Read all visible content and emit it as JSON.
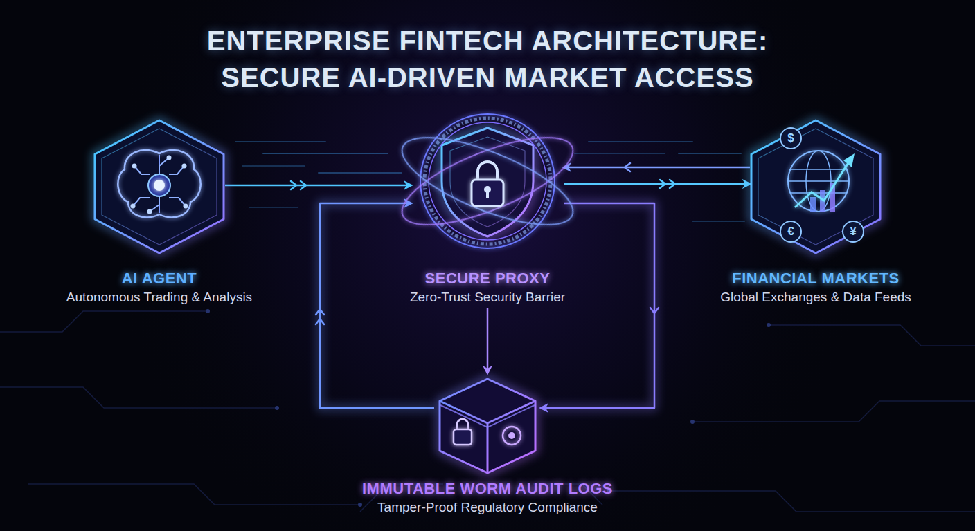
{
  "diagram": {
    "title": "ENTERPRISE FINTECH ARCHITECTURE: SECURE AI-DRIVEN MARKET ACCESS",
    "nodes": [
      {
        "text": [
          "AI AGENT",
          "Autonomous Trading & Analysis"
        ]
      },
      {
        "text": [
          "SECURE PROXY",
          "Zero-Trust Security Barrier"
        ]
      },
      {
        "text": [
          "FINANCIAL MARKETS",
          "Global Exchanges & Data Feeds"
        ]
      },
      {
        "text": [
          "IMMUTABLE WORM AUDIT LOGS",
          "Tamper-Proof Regulatory Compliance"
        ]
      }
    ],
    "edges": [
      {
        "from": 0,
        "to": 1,
        "arrow": "to"
      },
      {
        "from": 1,
        "to": 2,
        "arrow": "to"
      },
      {
        "from": 2,
        "to": 1,
        "arrow": "to"
      },
      {
        "from": 1,
        "to": 3,
        "arrow": "to"
      },
      {
        "from": 1,
        "to": 3,
        "arrow": "to"
      },
      {
        "from": 3,
        "to": 1,
        "arrow": "to"
      }
    ],
    "labels": [
      "$",
      "€",
      "¥"
    ]
  }
}
